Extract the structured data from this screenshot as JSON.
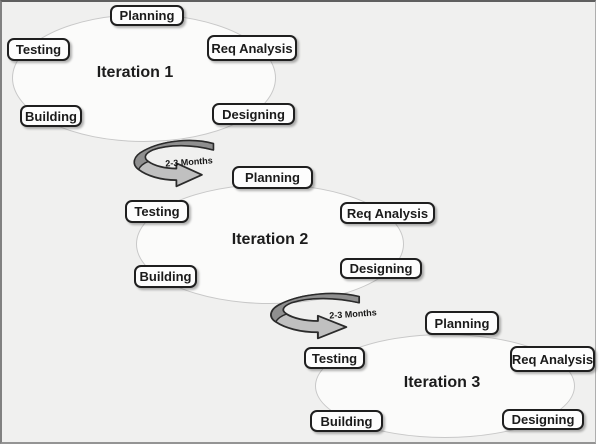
{
  "diagram": {
    "description": "Iterative development process cycles",
    "iterations": [
      {
        "label": "Iteration 1",
        "phases": {
          "planning": "Planning",
          "req_analysis": "Req Analysis",
          "designing": "Designing",
          "building": "Building",
          "testing": "Testing"
        }
      },
      {
        "label": "Iteration 2",
        "phases": {
          "planning": "Planning",
          "req_analysis": "Req Analysis",
          "designing": "Designing",
          "building": "Building",
          "testing": "Testing"
        }
      },
      {
        "label": "Iteration 3",
        "phases": {
          "planning": "Planning",
          "req_analysis": "Req Analysis",
          "designing": "Designing",
          "building": "Building",
          "testing": "Testing"
        }
      }
    ],
    "transitions": [
      {
        "label": "2-3 Months"
      },
      {
        "label": "2-3 Months"
      }
    ],
    "colors": {
      "background": "#f0f0ef",
      "box_border": "#1f1f1f",
      "box_fill": "#fdfdfd",
      "ellipse_stroke": "#c8c8c8",
      "arrow_dark": "#8f8f8f",
      "arrow_light": "#c0c0c0",
      "arrow_outline": "#2b2b2b",
      "text": "#1b1b1b"
    }
  }
}
